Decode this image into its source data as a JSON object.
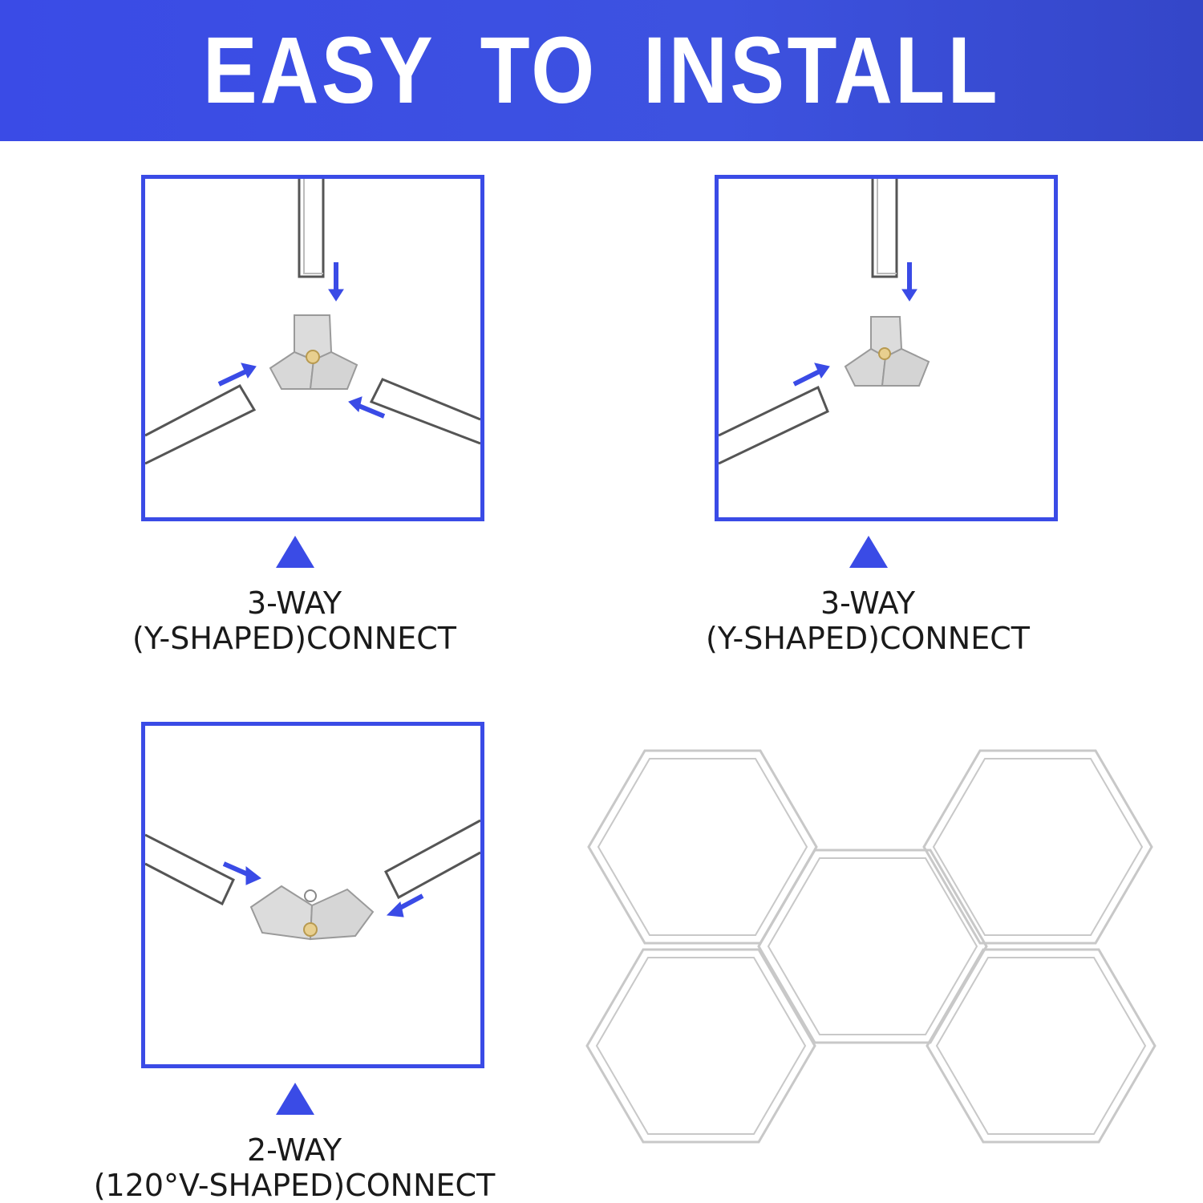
{
  "header": {
    "title": "EASY TO INSTALL"
  },
  "panels": [
    {
      "line1": "3-WAY",
      "line2": "(Y-SHAPED)CONNECT"
    },
    {
      "line1": "3-WAY",
      "line2": "(Y-SHAPED)CONNECT"
    },
    {
      "line1": "2-WAY",
      "line2": "(120°V-SHAPED)CONNECT"
    }
  ],
  "colors": {
    "accent": "#3a4be6",
    "text": "#1a1a1a",
    "outline": "#c8c8c8"
  },
  "icons": [
    "arrow-down-icon",
    "arrow-right-icon",
    "arrow-left-icon",
    "triangle-up-icon"
  ]
}
